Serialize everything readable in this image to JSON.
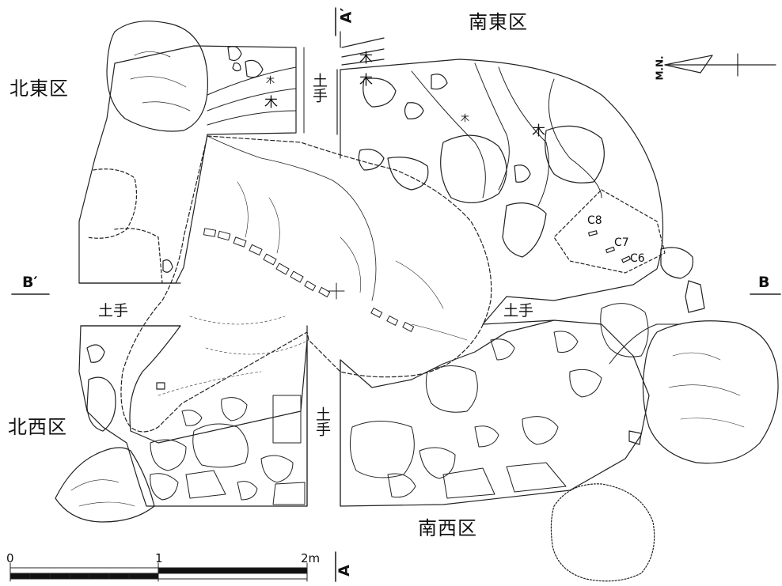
{
  "wards": {
    "northeast": "北東区",
    "southeast": "南東区",
    "northwest": "北西区",
    "southwest": "南西区"
  },
  "banks": {
    "north": "土手",
    "south": "土手",
    "west": "土手",
    "east": "土手"
  },
  "trees": {
    "ne_large": "木",
    "ne_small": "木",
    "se_1": "木",
    "se_2": "木",
    "se_small": "木",
    "se_3": "木"
  },
  "sections": {
    "a_prime": "A′",
    "a": "A",
    "b_prime": "B′",
    "b": "B"
  },
  "samples": [
    "C8",
    "C7",
    "C6"
  ],
  "north_arrow": "M.N.",
  "scale_bar": {
    "ticks": [
      "0",
      "1",
      "2m"
    ]
  }
}
